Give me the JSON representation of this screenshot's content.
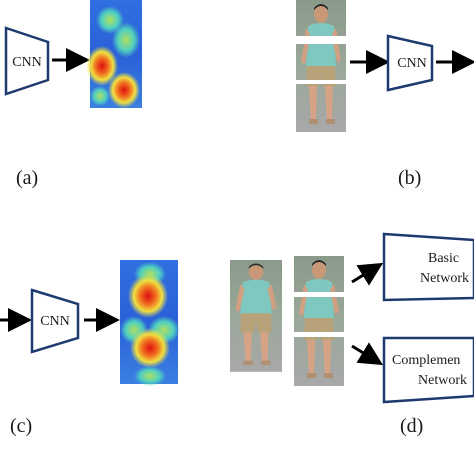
{
  "panels": {
    "a": {
      "label": "(a)",
      "cnn_label": "CNN"
    },
    "b": {
      "label": "(b)",
      "cnn_label": "CNN"
    },
    "c": {
      "label": "(c)",
      "cnn_label": "CNN"
    },
    "d": {
      "label": "(d)",
      "basic_network_line1": "Basic",
      "basic_network_line2": "Network",
      "complement_network_line1": "Complemen",
      "complement_network_line2": "Network"
    }
  },
  "colors": {
    "network_stroke": "#1f3a6e",
    "arrow": "#000000",
    "heatmap_cold": "#2a5fd8",
    "heatmap_mid": "#3fd0c0",
    "heatmap_warm": "#f0e040",
    "heatmap_hot": "#e02010",
    "shirt": "#7fc8c0",
    "shorts": "#b8a27a",
    "skin": "#d8a888",
    "ground": "#a8a8a8"
  }
}
